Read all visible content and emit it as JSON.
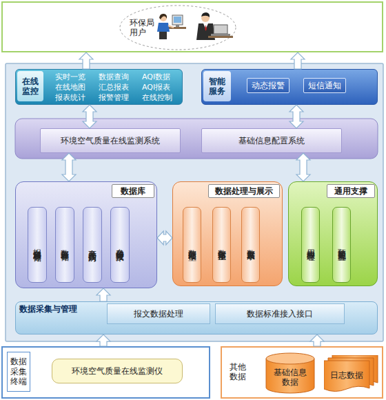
{
  "diagram": {
    "nodes": [
      {
        "text": [
          "环保局 用户"
        ]
      },
      {
        "text": [
          "在线 监控",
          "实时一览",
          "数据查询",
          "AQI数据",
          "在线地图",
          "汇总报表",
          "AQI报表",
          "报表统计",
          "报警管理",
          "在线控制"
        ]
      },
      {
        "text": [
          "智能 服务"
        ]
      },
      {
        "text": [
          "动态报警"
        ],
        "in": 2
      },
      {
        "text": [
          "短信通知"
        ],
        "in": 2
      },
      {
        "text": [
          "环境空气质量在线监测系统"
        ]
      },
      {
        "text": [
          "基础信息配置系统"
        ]
      },
      {
        "text": [
          "数据库"
        ]
      },
      {
        "text": [
          "报文自动解析存储"
        ],
        "in": 7
      },
      {
        "text": [
          "数据分表存储"
        ],
        "in": 7
      },
      {
        "text": [
          "高并发接入访问"
        ],
        "in": 7
      },
      {
        "text": [
          "自动备份处理技术"
        ],
        "in": 7
      },
      {
        "text": [
          "数据处理与展示"
        ]
      },
      {
        "text": [
          "数据处理模型"
        ],
        "in": 12
      },
      {
        "text": [
          "数据审核修正"
        ],
        "in": 12
      },
      {
        "text": [
          "数据发布展示"
        ],
        "in": 12
      },
      {
        "text": [
          "通用支撑"
        ]
      },
      {
        "text": [
          "用户权限管理"
        ],
        "in": 16
      },
      {
        "text": [
          "预警通知配置"
        ],
        "in": 16
      },
      {
        "text": [
          "数据采集与管理"
        ]
      },
      {
        "text": [
          "报文数据处理"
        ],
        "in": 19
      },
      {
        "text": [
          "数据标准接入接口"
        ],
        "in": 19
      },
      {
        "text": [
          "数据 采集 终端"
        ]
      },
      {
        "text": [
          "环境空气质量在线监测仪"
        ],
        "in": 22
      },
      {
        "text": [
          "其他 数据"
        ]
      },
      {
        "text": [
          "基础信息 数据"
        ],
        "in": 24
      },
      {
        "text": [
          "日志数据"
        ],
        "in": 24
      }
    ],
    "edges": [
      {
        "from": 1,
        "to": 0,
        "arrow": "to"
      },
      {
        "from": 2,
        "to": 0,
        "arrow": "to"
      },
      {
        "from": 1,
        "to": 5,
        "arrow": "both"
      },
      {
        "from": 2,
        "to": 6,
        "arrow": "both"
      },
      {
        "from": 5,
        "to": 7,
        "arrow": "both"
      },
      {
        "from": 6,
        "to": 16,
        "arrow": "both"
      },
      {
        "from": 7,
        "to": 12,
        "arrow": "both"
      },
      {
        "from": 19,
        "to": 7,
        "arrow": "to"
      },
      {
        "from": 22,
        "to": 19,
        "arrow": "to"
      },
      {
        "from": 24,
        "to": 19,
        "arrow": "to"
      }
    ]
  }
}
